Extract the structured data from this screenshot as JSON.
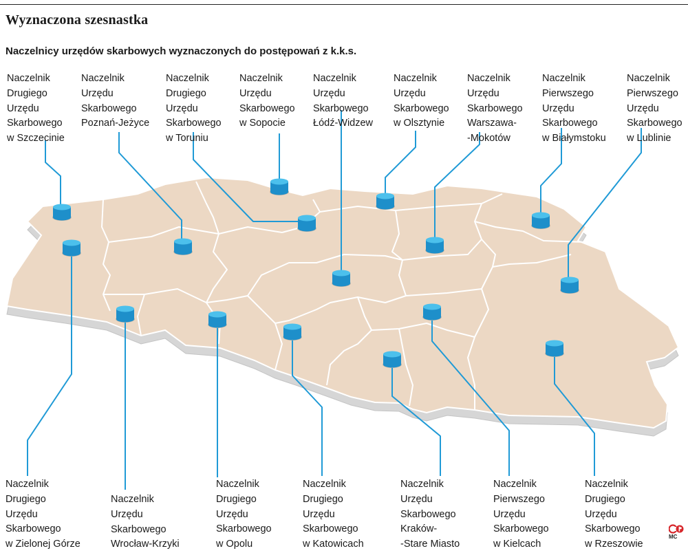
{
  "title": "Wyznaczona szesnastka",
  "subtitle": "Naczelnicy urzędów skarbowych wyznaczonych do postępowań z k.k.s.",
  "colors": {
    "land": "#ecd8c4",
    "border": "#ffffff",
    "marker": "#29a8dc",
    "line": "#1f9ad6",
    "shadow": "#cfcfcf"
  },
  "offices": [
    {
      "name": "Naczelnik\nDrugiego\nUrzędu\nSkarbowego\nw Szczecinie"
    },
    {
      "name": "Naczelnik\nUrzędu\nSkarbowego\nPoznań-Jeżyce"
    },
    {
      "name": "Naczelnik\nDrugiego\nUrzędu\nSkarbowego\nw Toruniu"
    },
    {
      "name": "Naczelnik\nUrzędu\nSkarbowego\nw Sopocie"
    },
    {
      "name": "Naczelnik\nUrzędu\nSkarbowego\nŁódź-Widzew"
    },
    {
      "name": "Naczelnik\nUrzędu\nSkarbowego\nw Olsztynie"
    },
    {
      "name": "Naczelnik\nUrzędu\nSkarbowego\nWarszawa-\n-Mokotów"
    },
    {
      "name": "Naczelnik\nPierwszego\nUrzędu\nSkarbowego\nw Białymstoku"
    },
    {
      "name": "Naczelnik\nPierwszego\nUrzędu\nSkarbowego\nw Lublinie"
    },
    {
      "name": "Naczelnik\nDrugiego\nUrzędu\nSkarbowego\nw Zielonej Górze"
    },
    {
      "name": "Naczelnik\nUrzędu\nSkarbowego\nWrocław-Krzyki"
    },
    {
      "name": "Naczelnik\nDrugiego\nUrzędu\nSkarbowego\nw Opolu"
    },
    {
      "name": "Naczelnik\nDrugiego\nUrzędu\nSkarbowego\nw Katowicach"
    },
    {
      "name": "Naczelnik\nUrzędu\nSkarbowego\nKraków-\n-Stare Miasto"
    },
    {
      "name": "Naczelnik\nPierwszego\nUrzędu\nSkarbowego\nw Kielcach"
    },
    {
      "name": "Naczelnik\nDrugiego\nUrzędu\nSkarbowego\nw Rzeszowie"
    }
  ],
  "credit": "MC"
}
